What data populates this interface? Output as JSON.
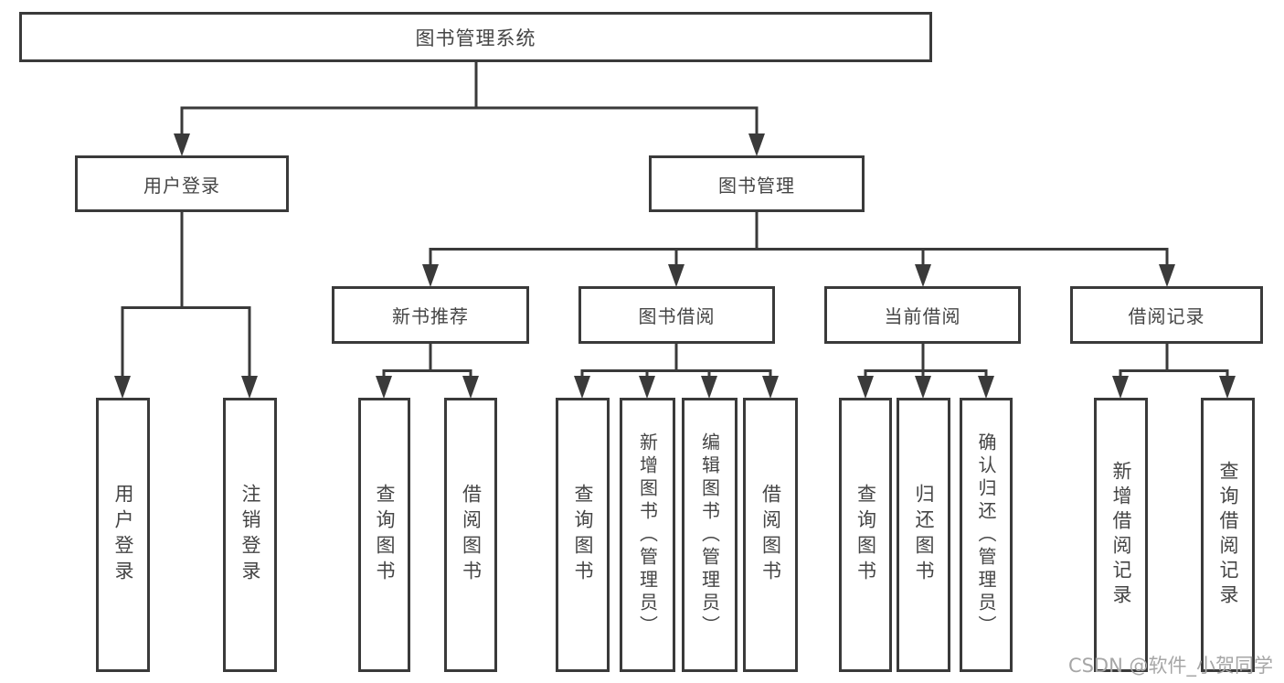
{
  "tree": {
    "root": "图书管理系统",
    "children": [
      {
        "label": "用户登录",
        "children": [
          "用户登录",
          "注销登录"
        ]
      },
      {
        "label": "图书管理",
        "children": [
          {
            "label": "新书推荐",
            "children": [
              "查询图书",
              "借阅图书"
            ]
          },
          {
            "label": "图书借阅",
            "children": [
              "查询图书",
              "新增图书（管理员）",
              "编辑图书（管理员）",
              "借阅图书"
            ]
          },
          {
            "label": "当前借阅",
            "children": [
              "查询图书",
              "归还图书",
              "确认归还（管理员）"
            ]
          },
          {
            "label": "借阅记录",
            "children": [
              "新增借阅记录",
              "查询借阅记录"
            ]
          }
        ]
      }
    ]
  },
  "watermark": "CSDN @软件_小贺同学",
  "colors": {
    "line": "#3a3a3a",
    "box_border": "#3a3a3a",
    "box_background": "#ffffff",
    "text": "#454545",
    "watermark": "#a6a6a6",
    "page_background": "#ffffff"
  }
}
